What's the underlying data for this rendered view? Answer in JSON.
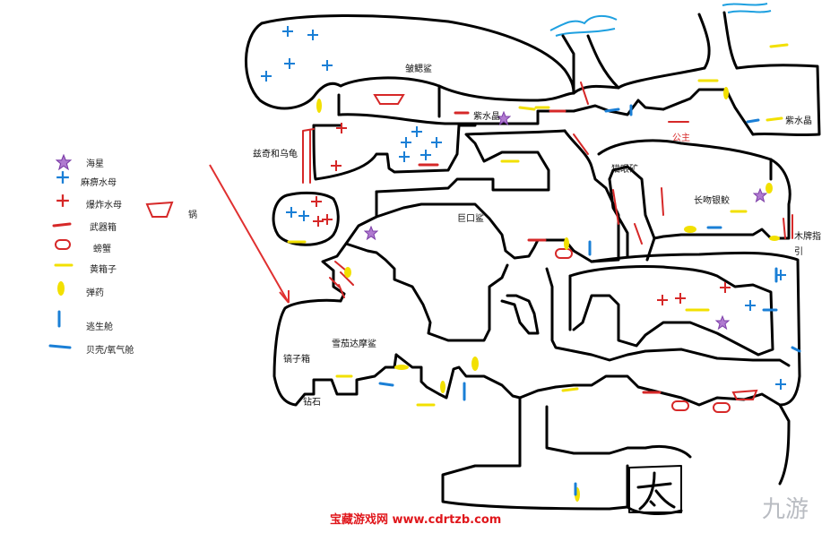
{
  "legend": {
    "starfish": "海星",
    "paralyze_jelly": "麻痹水母",
    "explode_jelly": "爆炸水母",
    "weapon_box": "武器箱",
    "crab": "螃蟹",
    "yellow_box": "黄箱子",
    "ammo": "弹药",
    "escape_pod": "逃生舱",
    "shell_oxygen": "贝壳/氧气舱",
    "pot": "锅"
  },
  "labels": {
    "frilled_shark": "皱鳃鲨",
    "amethyst_1": "紫水晶",
    "amethyst_2": "紫水晶",
    "princess": "公主",
    "zoe_turtle": "兹奇和乌龟",
    "cats_eye": "猫眼矿",
    "megamouth": "巨口鲨",
    "longnose_chimaera": "长吻银鲛",
    "wooden_sign_a": "木牌指",
    "wooden_sign_b": "引",
    "cigar_shark": "雪茄达摩鲨",
    "pickaxe_box": "镐子箱",
    "diamond": "钻石"
  },
  "watermark": "宝藏游戏网 www.cdrtzb.com",
  "logo_text": "九游",
  "colors": {
    "wall": "#000000",
    "paralyze_jelly": "#1a7fd6",
    "explode_jelly": "#d62828",
    "weapon_box": "#d62828",
    "yellow": "#f2e000",
    "escape_pod": "#1a7fd6",
    "starfish": "#9b59b6",
    "surface_water": "#1ea0e0",
    "arrow": "#e03030",
    "watermark": "#e0161b"
  }
}
